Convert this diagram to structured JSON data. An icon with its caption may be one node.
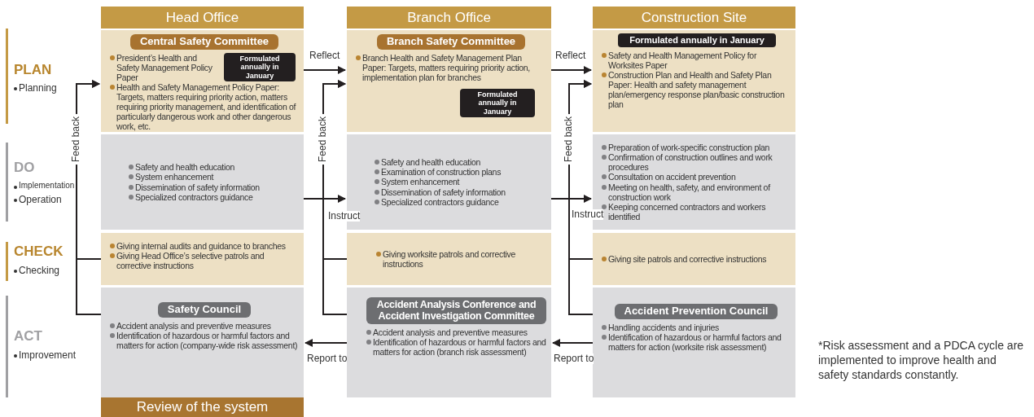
{
  "diagram": {
    "nodes": [
      {
        "text": [
          "Head Office"
        ]
      },
      {
        "text": [
          "President’s Health and Safety Management Policy Paper",
          "Health and Safety Management Policy Paper: Targets, matters requiring priority action, matters requiring priority management, and identification of particularly dangerous work and other dangerous work, etc."
        ],
        "in": 0
      },
      {
        "text": [
          "Central Safety Committee"
        ],
        "in": 1
      },
      {
        "text": [
          "Formulated annually in January"
        ],
        "in": 1
      },
      {
        "text": [
          "Safety and health education",
          "System enhancement",
          "Dissemination of safety information",
          "Specialized contractors guidance"
        ],
        "in": 0
      },
      {
        "text": [
          "Giving internal audits and guidance to branches",
          "Giving Head Office’s selective patrols and corrective instructions"
        ],
        "in": 0
      },
      {
        "text": [
          "Accident analysis and preventive measures",
          "Identification of hazardous or harmful factors and matters for action (company-wide risk assessment)"
        ],
        "in": 0
      },
      {
        "text": [
          "Safety Council"
        ],
        "in": 6
      },
      {
        "text": [
          "Review of the system"
        ],
        "in": 0
      },
      {
        "text": [
          "Branch Office"
        ]
      },
      {
        "text": [
          "Branch Health and Safety Management Plan Paper: Targets, matters requiring priority action, implementation plan for branches"
        ],
        "in": 9
      },
      {
        "text": [
          "Branch Safety Committee"
        ],
        "in": 10
      },
      {
        "text": [
          "Formulated annually in January"
        ],
        "in": 10
      },
      {
        "text": [
          "Safety and health education",
          "Examination of construction plans",
          "System enhancement",
          "Dissemination of safety information",
          "Specialized contractors guidance"
        ],
        "in": 9
      },
      {
        "text": [
          "Giving worksite patrols and corrective instructions"
        ],
        "in": 9
      },
      {
        "text": [
          "Accident analysis and preventive measures",
          "Identification of hazardous or harmful factors and matters for action (branch risk assessment)"
        ],
        "in": 9
      },
      {
        "text": [
          "Accident Analysis Conference and Accident Investigation Committee"
        ],
        "in": 15
      },
      {
        "text": [
          "Construction Site"
        ]
      },
      {
        "text": [
          "Safety and Health Management Policy for Worksites Paper",
          "Construction Plan and Health and Safety Plan Paper: Health and safety management plan/emergency response plan/basic construction plan"
        ],
        "in": 17
      },
      {
        "text": [
          "Formulated annually in January"
        ],
        "in": 18
      },
      {
        "text": [
          "Preparation of work-specific construction plan",
          "Confirmation of construction outlines and work procedures",
          "Consultation on accident prevention",
          "Meeting on health, safety, and environment of construction work",
          "Keeping concerned contractors and workers identified"
        ],
        "in": 17
      },
      {
        "text": [
          "Giving site patrols and corrective instructions"
        ],
        "in": 17
      },
      {
        "text": [
          "Handling accidents and injuries",
          "Identification of hazardous or harmful factors and matters for action (worksite risk assessment)"
        ],
        "in": 17
      },
      {
        "text": [
          "Accident Prevention Council"
        ],
        "in": 22
      }
    ],
    "edges": [
      {
        "from": 1,
        "to": 10,
        "arrow": "to",
        "label": "Reflect"
      },
      {
        "from": 10,
        "to": 18,
        "arrow": "to",
        "label": "Reflect"
      },
      {
        "from": 4,
        "to": 13,
        "arrow": "to",
        "label": "Instruct"
      },
      {
        "from": 13,
        "to": 20,
        "arrow": "to",
        "label": "Instruct"
      },
      {
        "from": 22,
        "to": 15,
        "arrow": "to",
        "label": "Report to"
      },
      {
        "from": 15,
        "to": 6,
        "arrow": "to",
        "label": "Report to"
      },
      {
        "from": 5,
        "to": 1,
        "arrow": "to",
        "label": "Feed back"
      },
      {
        "from": 6,
        "to": 1,
        "arrow": "to"
      },
      {
        "from": 14,
        "to": 10,
        "arrow": "to",
        "label": "Feed back"
      },
      {
        "from": 15,
        "to": 10,
        "arrow": "to"
      },
      {
        "from": 21,
        "to": 18,
        "arrow": "to",
        "label": "Feed back"
      },
      {
        "from": 22,
        "to": 18,
        "arrow": "to"
      }
    ],
    "labels": [
      "PLAN",
      "Planning",
      "DO",
      "Implementation",
      "Operation",
      "CHECK",
      "Checking",
      "ACT",
      "Improvement",
      "*Risk assessment and a PDCA cycle are implemented to improve health and safety standards constantly."
    ]
  }
}
